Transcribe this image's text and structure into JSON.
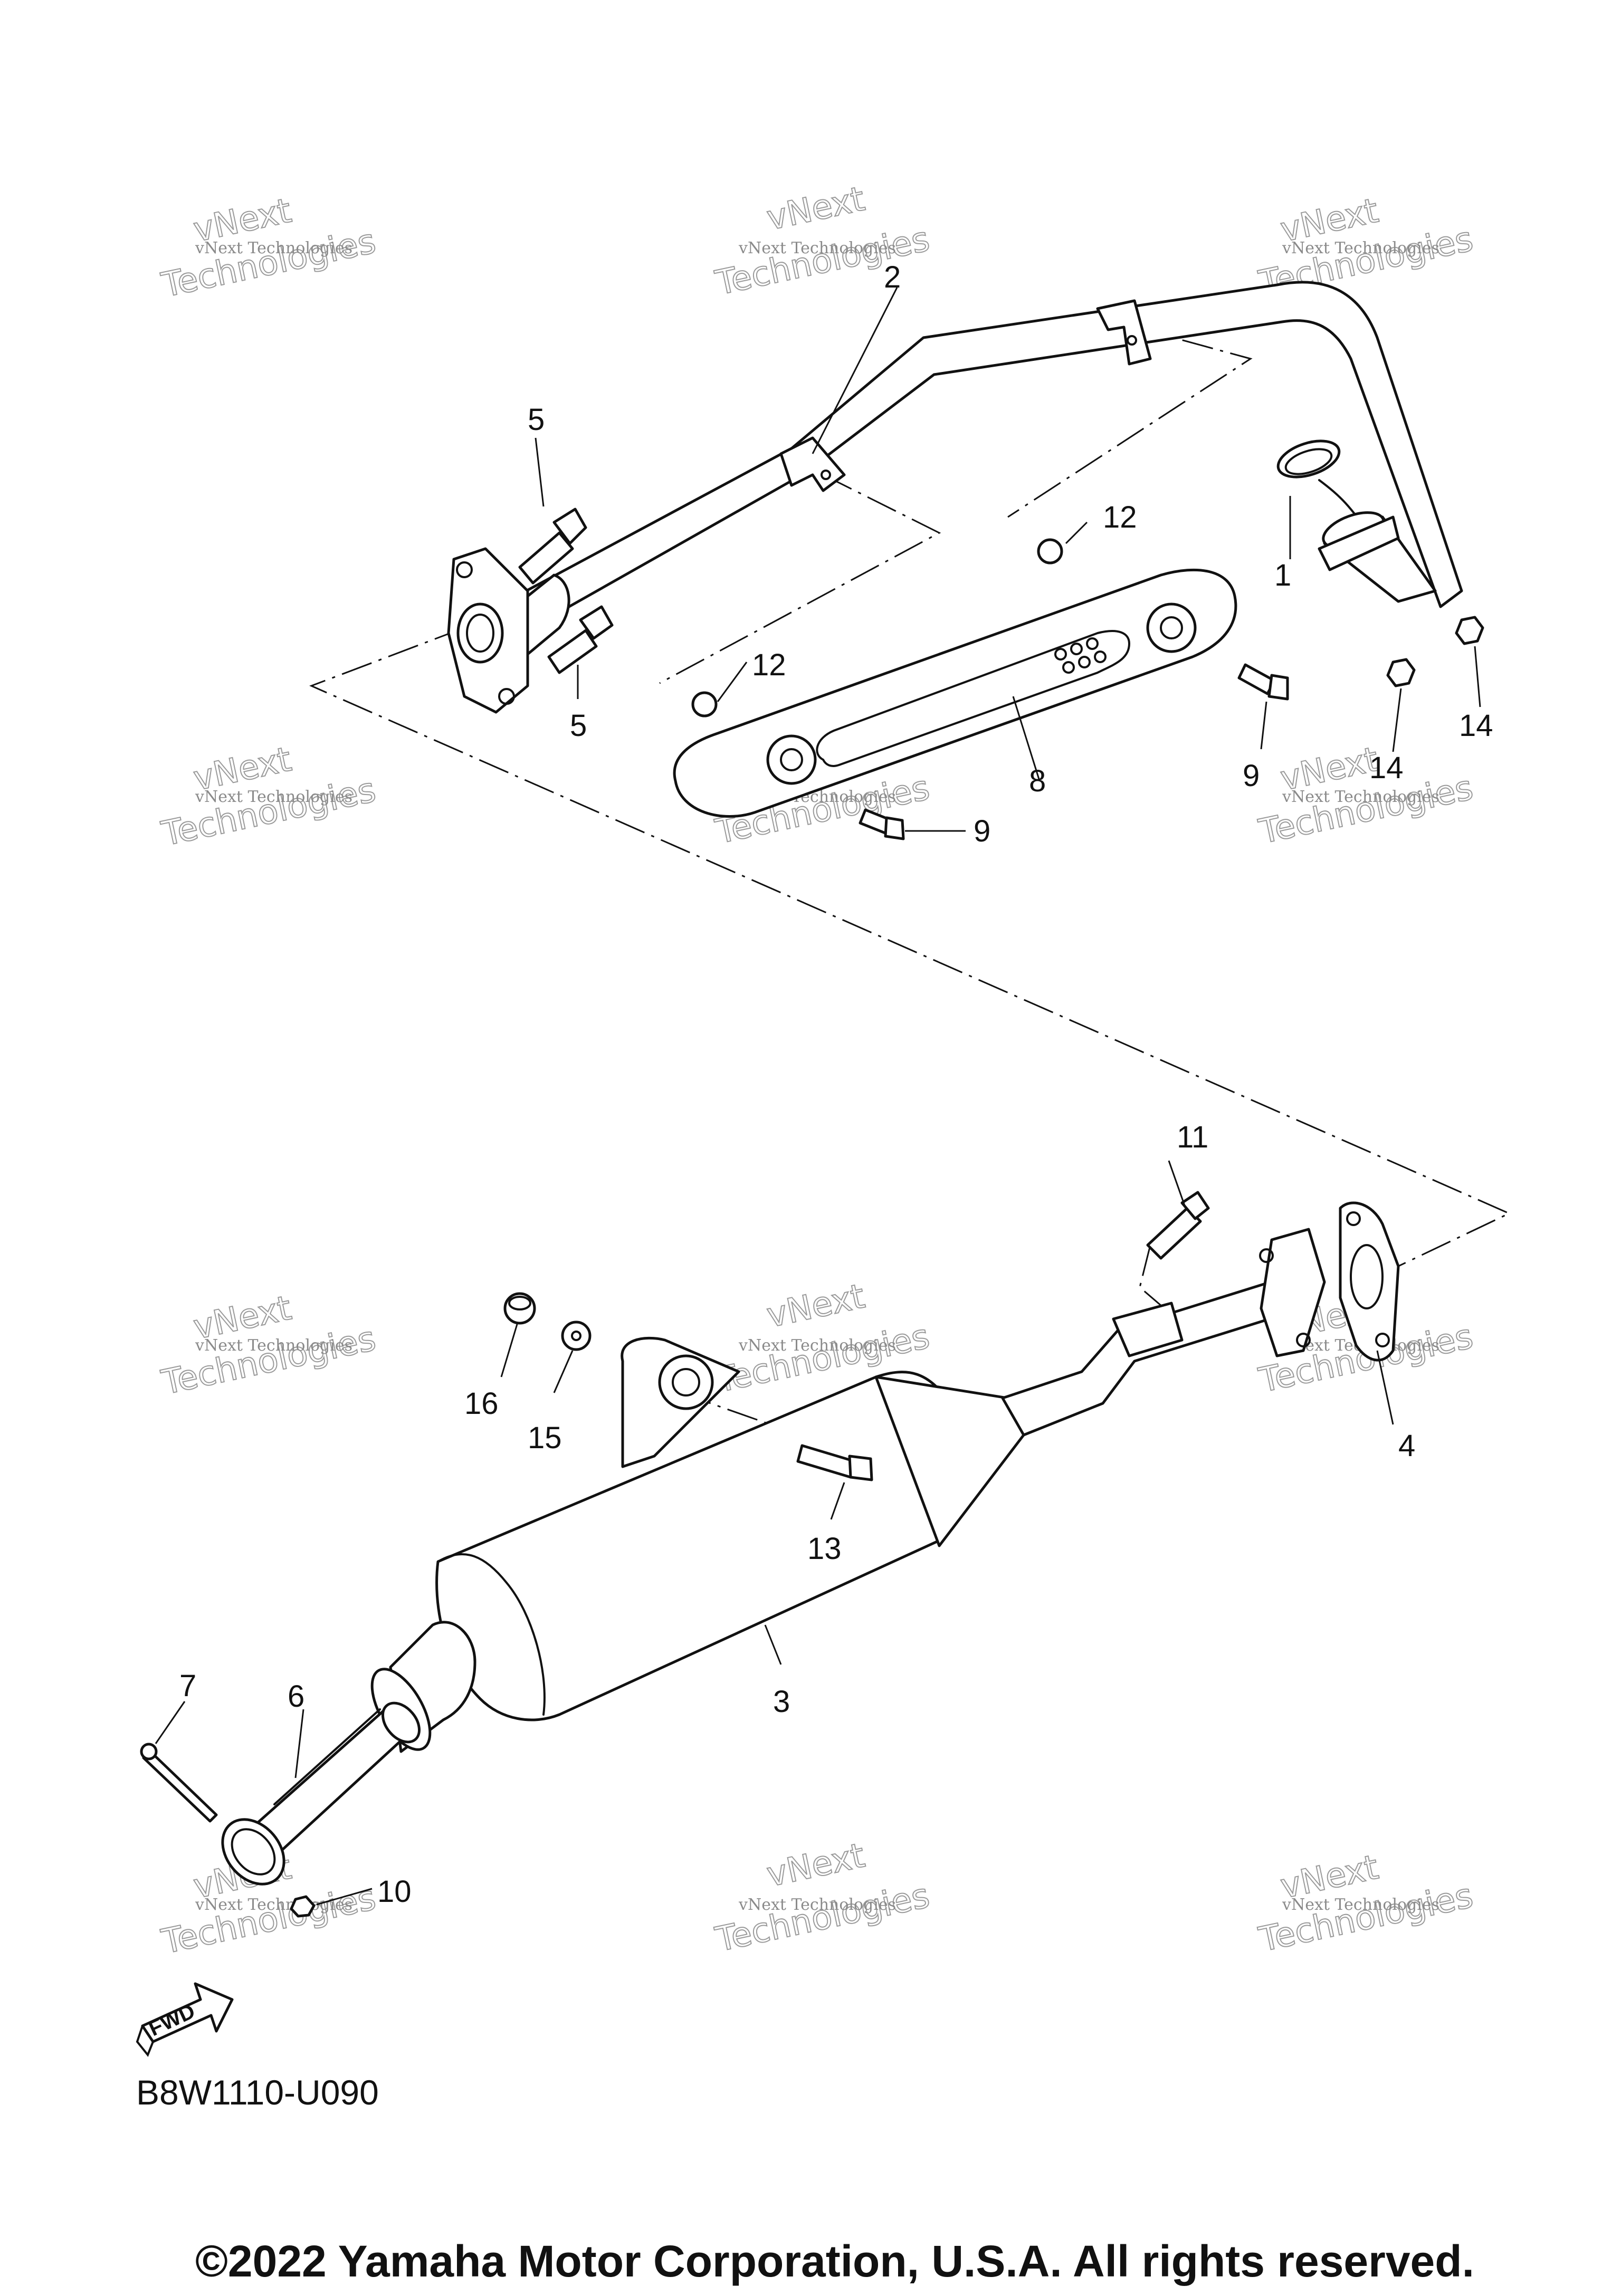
{
  "watermark": {
    "line1": "vNext Technologies",
    "line2": "vNext",
    "line3": "Technologies"
  },
  "callouts": {
    "c1": "1",
    "c2": "2",
    "c3": "3",
    "c4": "4",
    "c5a": "5",
    "c5b": "5",
    "c6": "6",
    "c7": "7",
    "c8": "8",
    "c9a": "9",
    "c9b": "9",
    "c10": "10",
    "c11": "11",
    "c12a": "12",
    "c12b": "12",
    "c13": "13",
    "c14a": "14",
    "c14b": "14",
    "c15": "15",
    "c16": "16"
  },
  "fwd_label": "FWD",
  "diagram_code": "B8W1110-U090",
  "copyright": "©2022 Yamaha Motor Corporation, U.S.A. All rights reserved."
}
